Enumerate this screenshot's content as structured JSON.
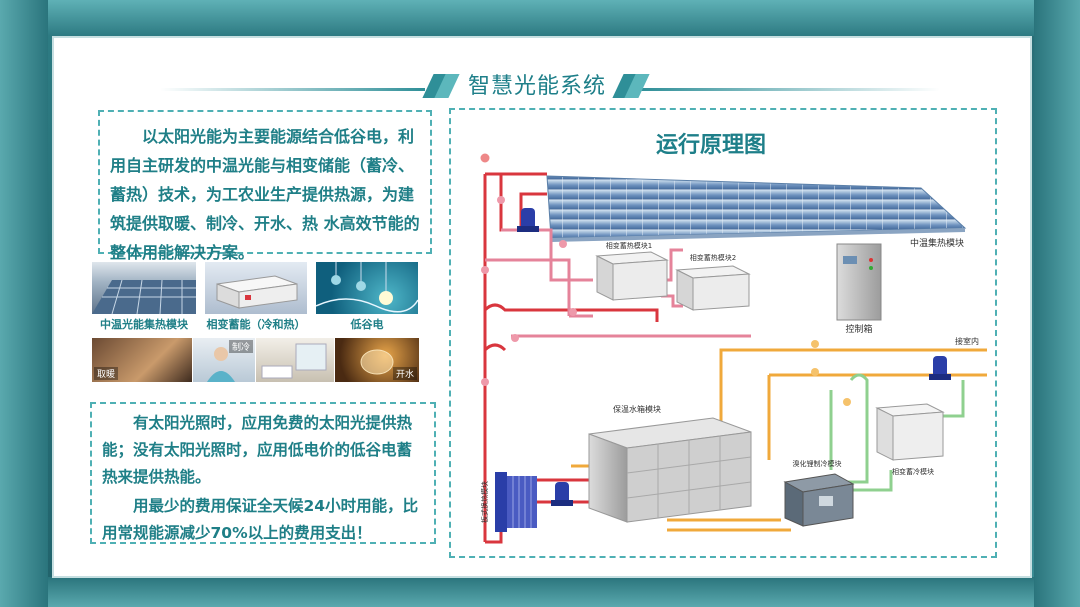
{
  "header": {
    "title": "智慧光能系统"
  },
  "intro": {
    "text": "以太阳光能为主要能源结合低谷电，利用自主研发的中温光能与相变储能（蓄冷、蓄热）技术，为工农业生产提供热源，为建筑提供取暖、制冷、开水、热 水高效节能的整体用能解决方案。"
  },
  "gallery": {
    "top": [
      {
        "caption": "中温光能集热模块"
      },
      {
        "caption": "相变蓄能（冷和热）"
      },
      {
        "caption": "低谷电"
      }
    ],
    "bottom_tags": {
      "heating": "取暖",
      "cooling": "制冷",
      "water": "开水"
    }
  },
  "summary": {
    "p1": "有太阳光照时，应用免费的太阳光提供热能；没有太阳光照时，应用低电价的低谷电蓄热来提供热能。",
    "p2": "用最少的费用保证全天候24小时用能，比用常规能源减少70%以上的费用支出！"
  },
  "diagram": {
    "title": "运行原理图",
    "labels": {
      "solar_module": "中温集热模块",
      "heat_store_1": "相变蓄热模块1",
      "heat_store_2": "相变蓄热模块2",
      "control_cabinet": "控制箱",
      "indoor": "接室内",
      "water_tank": "保温水箱模块",
      "chiller": "溴化锂制冷模块",
      "cold_store": "相变蓄冷模块",
      "exchanger": "板式换热模块"
    }
  },
  "colors": {
    "accent": "#1e7f89",
    "pipe_red": "#d9363e",
    "pipe_pink": "#e5839a",
    "pipe_orange": "#f0a93b",
    "pipe_green": "#8fd08f"
  }
}
